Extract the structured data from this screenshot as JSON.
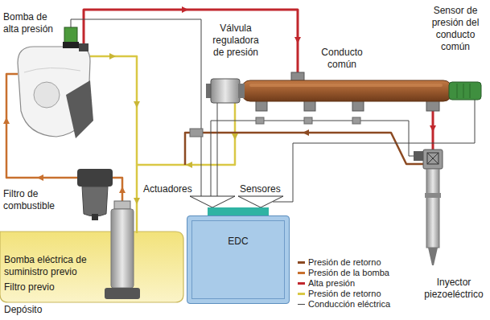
{
  "diagram": {
    "nodes": [
      {
        "text": [
          "Bomba eléctrica de suministro previo",
          "Filtro previo",
          "Depósito"
        ]
      },
      {
        "text": [
          "EDC"
        ]
      }
    ],
    "labels": [
      "Bomba de alta presión",
      "Válvula reguladora de presión",
      "Conducto común",
      "Sensor de presión del conducto común",
      "Filtro de combustible",
      "Actuadores",
      "Sensores",
      "Inyector piezoeléctrico"
    ],
    "legend": [
      {
        "text": "Presión de retorno",
        "color": "#8c4a22"
      },
      {
        "text": "Presión de la bomba",
        "color": "#c8702e"
      },
      {
        "text": "Alta presión",
        "color": "#c1272d"
      },
      {
        "text": "Presión de retorno",
        "color": "#d9c845"
      },
      {
        "text": "Conducción eléctrica"
      }
    ]
  }
}
